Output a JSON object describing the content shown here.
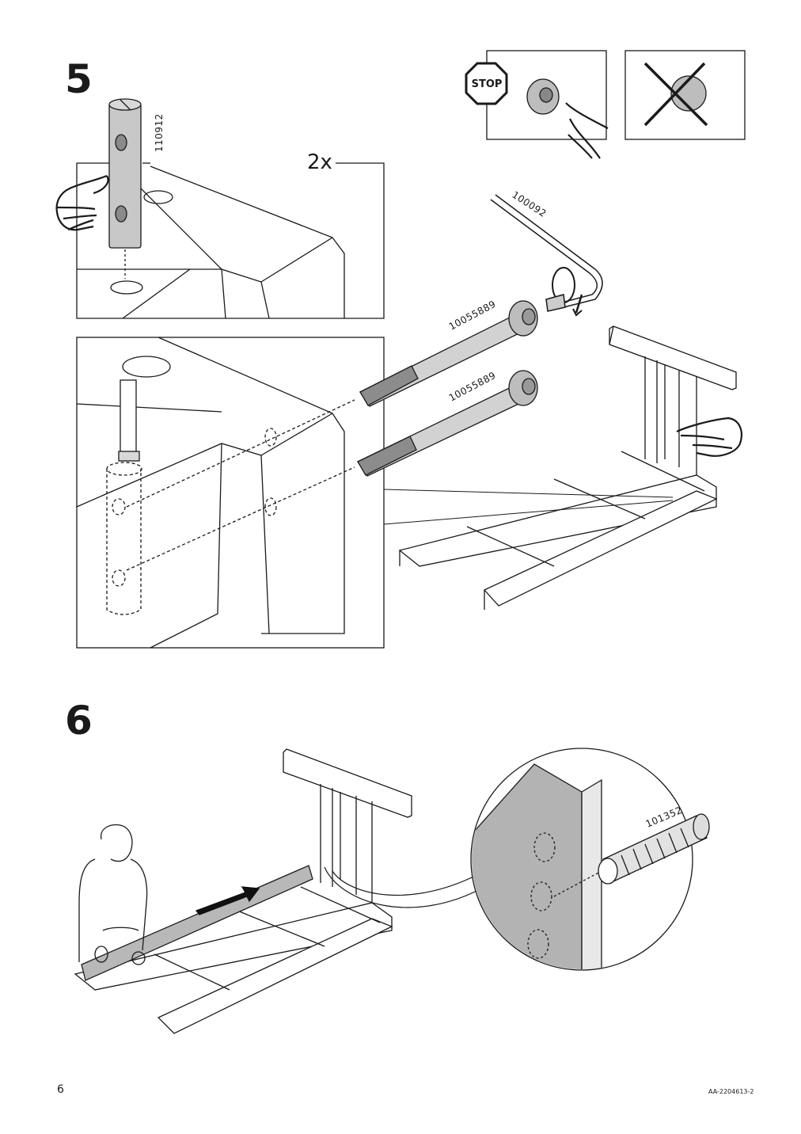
{
  "step5": {
    "number": "5",
    "quantity": "2x",
    "parts": {
      "dowel_top": "110912",
      "allen_key": "100092",
      "bolt_upper": "10055889",
      "bolt_lower": "10055889"
    },
    "stop_label": "STOP"
  },
  "step6": {
    "number": "6",
    "parts": {
      "wood_dowel": "101352"
    }
  },
  "footer": {
    "page_number": "6",
    "document_id": "AA-2204613-2"
  }
}
